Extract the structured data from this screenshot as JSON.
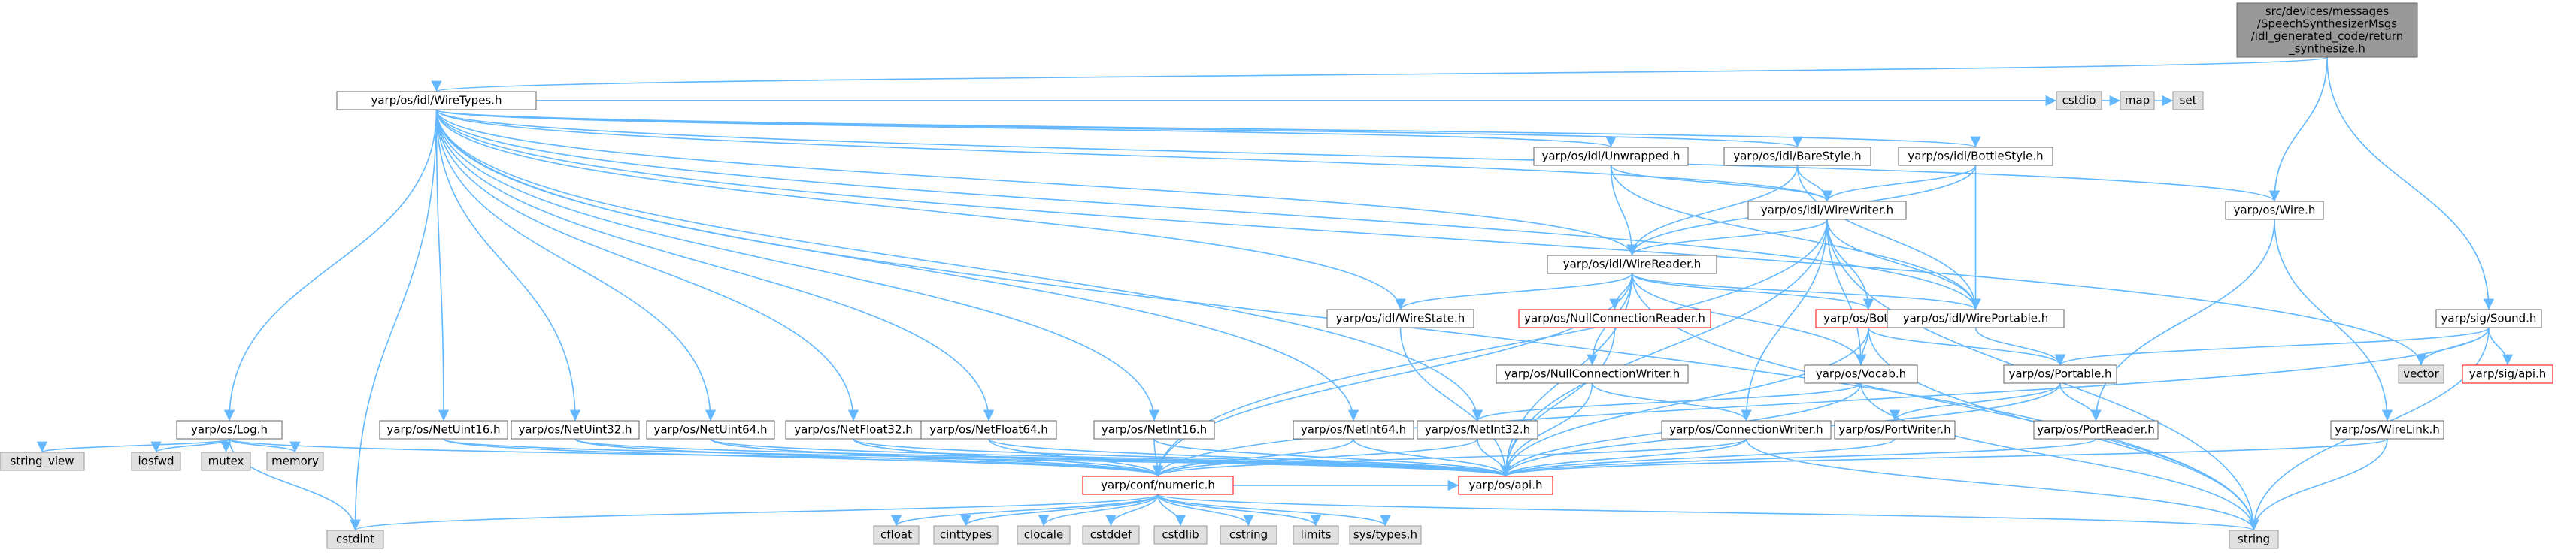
{
  "graph": {
    "edge_color": "#63b8ff",
    "colors": {
      "root_fill": "#999999",
      "root_stroke": "#666666",
      "node_fill": "#ffffff",
      "node_stroke": "#666666",
      "external_fill": "#e0e0e0",
      "external_stroke": "#999999",
      "truncated_stroke": "#ff0000"
    },
    "nodes": [
      {
        "id": "root",
        "lines": [
          "src/devices/messages",
          "/SpeechSynthesizerMsgs",
          "/idl_generated_code/return",
          "_synthesize.h"
        ],
        "kind": "root"
      },
      {
        "id": "wiretypes",
        "lines": [
          "yarp/os/idl/WireTypes.h"
        ],
        "kind": "normal"
      },
      {
        "id": "unwrapped",
        "lines": [
          "yarp/os/idl/Unwrapped.h"
        ],
        "kind": "normal"
      },
      {
        "id": "barestyle",
        "lines": [
          "yarp/os/idl/BareStyle.h"
        ],
        "kind": "normal"
      },
      {
        "id": "bottlestyle",
        "lines": [
          "yarp/os/idl/BottleStyle.h"
        ],
        "kind": "normal"
      },
      {
        "id": "cstdio",
        "lines": [
          "cstdio"
        ],
        "kind": "external"
      },
      {
        "id": "map",
        "lines": [
          "map"
        ],
        "kind": "external"
      },
      {
        "id": "set",
        "lines": [
          "set"
        ],
        "kind": "external"
      },
      {
        "id": "wire",
        "lines": [
          "yarp/os/Wire.h"
        ],
        "kind": "normal"
      },
      {
        "id": "wirewriter",
        "lines": [
          "yarp/os/idl/WireWriter.h"
        ],
        "kind": "normal"
      },
      {
        "id": "wirereader",
        "lines": [
          "yarp/os/idl/WireReader.h"
        ],
        "kind": "normal"
      },
      {
        "id": "wirestate",
        "lines": [
          "yarp/os/idl/WireState.h"
        ],
        "kind": "normal"
      },
      {
        "id": "nullconnreader",
        "lines": [
          "yarp/os/NullConnectionReader.h"
        ],
        "kind": "truncated"
      },
      {
        "id": "bottle",
        "lines": [
          "yarp/os/Bottle.h"
        ],
        "kind": "truncated"
      },
      {
        "id": "wireportable",
        "lines": [
          "yarp/os/idl/WirePortable.h"
        ],
        "kind": "normal"
      },
      {
        "id": "sound",
        "lines": [
          "yarp/sig/Sound.h"
        ],
        "kind": "normal"
      },
      {
        "id": "vector",
        "lines": [
          "vector"
        ],
        "kind": "external"
      },
      {
        "id": "sigapi",
        "lines": [
          "yarp/sig/api.h"
        ],
        "kind": "truncated"
      },
      {
        "id": "nullconnwriter",
        "lines": [
          "yarp/os/NullConnectionWriter.h"
        ],
        "kind": "normal"
      },
      {
        "id": "vocab",
        "lines": [
          "yarp/os/Vocab.h"
        ],
        "kind": "normal"
      },
      {
        "id": "portable",
        "lines": [
          "yarp/os/Portable.h"
        ],
        "kind": "normal"
      },
      {
        "id": "log",
        "lines": [
          "yarp/os/Log.h"
        ],
        "kind": "normal"
      },
      {
        "id": "netuint16",
        "lines": [
          "yarp/os/NetUint16.h"
        ],
        "kind": "normal"
      },
      {
        "id": "netuint32",
        "lines": [
          "yarp/os/NetUint32.h"
        ],
        "kind": "normal"
      },
      {
        "id": "netuint64",
        "lines": [
          "yarp/os/NetUint64.h"
        ],
        "kind": "normal"
      },
      {
        "id": "netfloat32",
        "lines": [
          "yarp/os/NetFloat32.h"
        ],
        "kind": "normal"
      },
      {
        "id": "netfloat64",
        "lines": [
          "yarp/os/NetFloat64.h"
        ],
        "kind": "normal"
      },
      {
        "id": "netint16",
        "lines": [
          "yarp/os/NetInt16.h"
        ],
        "kind": "normal"
      },
      {
        "id": "netint64",
        "lines": [
          "yarp/os/NetInt64.h"
        ],
        "kind": "normal"
      },
      {
        "id": "netint32",
        "lines": [
          "yarp/os/NetInt32.h"
        ],
        "kind": "normal"
      },
      {
        "id": "connwriter",
        "lines": [
          "yarp/os/ConnectionWriter.h"
        ],
        "kind": "normal"
      },
      {
        "id": "portwriter",
        "lines": [
          "yarp/os/PortWriter.h"
        ],
        "kind": "normal"
      },
      {
        "id": "portreader",
        "lines": [
          "yarp/os/PortReader.h"
        ],
        "kind": "normal"
      },
      {
        "id": "wirelink",
        "lines": [
          "yarp/os/WireLink.h"
        ],
        "kind": "normal"
      },
      {
        "id": "string_view",
        "lines": [
          "string_view"
        ],
        "kind": "external"
      },
      {
        "id": "iosfwd",
        "lines": [
          "iosfwd"
        ],
        "kind": "external"
      },
      {
        "id": "mutex",
        "lines": [
          "mutex"
        ],
        "kind": "external"
      },
      {
        "id": "memory",
        "lines": [
          "memory"
        ],
        "kind": "external"
      },
      {
        "id": "numeric",
        "lines": [
          "yarp/conf/numeric.h"
        ],
        "kind": "truncated"
      },
      {
        "id": "osapi",
        "lines": [
          "yarp/os/api.h"
        ],
        "kind": "truncated"
      },
      {
        "id": "cstdint",
        "lines": [
          "cstdint"
        ],
        "kind": "external"
      },
      {
        "id": "cfloat",
        "lines": [
          "cfloat"
        ],
        "kind": "external"
      },
      {
        "id": "cinttypes",
        "lines": [
          "cinttypes"
        ],
        "kind": "external"
      },
      {
        "id": "clocale",
        "lines": [
          "clocale"
        ],
        "kind": "external"
      },
      {
        "id": "cstddef",
        "lines": [
          "cstddef"
        ],
        "kind": "external"
      },
      {
        "id": "cstdlib",
        "lines": [
          "cstdlib"
        ],
        "kind": "external"
      },
      {
        "id": "cstring",
        "lines": [
          "cstring"
        ],
        "kind": "external"
      },
      {
        "id": "limits",
        "lines": [
          "limits"
        ],
        "kind": "external"
      },
      {
        "id": "systypes",
        "lines": [
          "sys/types.h"
        ],
        "kind": "external"
      },
      {
        "id": "string",
        "lines": [
          "string"
        ],
        "kind": "external"
      }
    ],
    "edges": [
      [
        "root",
        "wiretypes"
      ],
      [
        "root",
        "wire"
      ],
      [
        "root",
        "sound"
      ],
      [
        "wiretypes",
        "unwrapped"
      ],
      [
        "wiretypes",
        "barestyle"
      ],
      [
        "wiretypes",
        "bottlestyle"
      ],
      [
        "wiretypes",
        "cstdio"
      ],
      [
        "wiretypes",
        "map"
      ],
      [
        "wiretypes",
        "set"
      ],
      [
        "wiretypes",
        "wire"
      ],
      [
        "wiretypes",
        "vector"
      ],
      [
        "wiretypes",
        "string"
      ],
      [
        "wiretypes",
        "wirewriter"
      ],
      [
        "wiretypes",
        "wirereader"
      ],
      [
        "wiretypes",
        "wirestate"
      ],
      [
        "wiretypes",
        "wireportable"
      ],
      [
        "wiretypes",
        "cstdint"
      ],
      [
        "wiretypes",
        "log"
      ],
      [
        "wiretypes",
        "netuint16"
      ],
      [
        "wiretypes",
        "netuint32"
      ],
      [
        "wiretypes",
        "netuint64"
      ],
      [
        "wiretypes",
        "netfloat32"
      ],
      [
        "wiretypes",
        "netfloat64"
      ],
      [
        "wiretypes",
        "netint16"
      ],
      [
        "wiretypes",
        "netint64"
      ],
      [
        "wiretypes",
        "netint32"
      ],
      [
        "unwrapped",
        "wirewriter"
      ],
      [
        "unwrapped",
        "wirereader"
      ],
      [
        "unwrapped",
        "wireportable"
      ],
      [
        "barestyle",
        "wirewriter"
      ],
      [
        "barestyle",
        "wirereader"
      ],
      [
        "barestyle",
        "wireportable"
      ],
      [
        "bottlestyle",
        "wirewriter"
      ],
      [
        "bottlestyle",
        "wirereader"
      ],
      [
        "bottlestyle",
        "wireportable"
      ],
      [
        "wirewriter",
        "wirereader"
      ],
      [
        "wirewriter",
        "wireportable"
      ],
      [
        "wirewriter",
        "bottle"
      ],
      [
        "wirewriter",
        "vocab"
      ],
      [
        "wirewriter",
        "connwriter"
      ],
      [
        "wirewriter",
        "numeric"
      ],
      [
        "wirewriter",
        "osapi"
      ],
      [
        "wirewriter",
        "string"
      ],
      [
        "wirereader",
        "wirestate"
      ],
      [
        "wirereader",
        "nullconnreader"
      ],
      [
        "wirereader",
        "bottle"
      ],
      [
        "wirereader",
        "wireportable"
      ],
      [
        "wirereader",
        "nullconnwriter"
      ],
      [
        "wirereader",
        "vocab"
      ],
      [
        "wirereader",
        "numeric"
      ],
      [
        "wirereader",
        "osapi"
      ],
      [
        "wirereader",
        "string"
      ],
      [
        "wirestate",
        "osapi"
      ],
      [
        "nullconnreader",
        "osapi"
      ],
      [
        "bottle",
        "vocab"
      ],
      [
        "bottle",
        "portable"
      ],
      [
        "bottle",
        "string"
      ],
      [
        "bottle",
        "osapi"
      ],
      [
        "wireportable",
        "portable"
      ],
      [
        "nullconnwriter",
        "connwriter"
      ],
      [
        "nullconnwriter",
        "osapi"
      ],
      [
        "vocab",
        "netint32"
      ],
      [
        "vocab",
        "string"
      ],
      [
        "vocab",
        "osapi"
      ],
      [
        "portable",
        "portwriter"
      ],
      [
        "portable",
        "portreader"
      ],
      [
        "portable",
        "osapi"
      ],
      [
        "wire",
        "portreader"
      ],
      [
        "wire",
        "wirelink"
      ],
      [
        "sound",
        "portable"
      ],
      [
        "sound",
        "vector"
      ],
      [
        "sound",
        "sigapi"
      ],
      [
        "sound",
        "string"
      ],
      [
        "sound",
        "numeric"
      ],
      [
        "log",
        "string_view"
      ],
      [
        "log",
        "iosfwd"
      ],
      [
        "log",
        "mutex"
      ],
      [
        "log",
        "memory"
      ],
      [
        "log",
        "cstdint"
      ],
      [
        "log",
        "osapi"
      ],
      [
        "netuint16",
        "numeric"
      ],
      [
        "netuint16",
        "osapi"
      ],
      [
        "netuint32",
        "numeric"
      ],
      [
        "netuint32",
        "osapi"
      ],
      [
        "netuint64",
        "numeric"
      ],
      [
        "netuint64",
        "osapi"
      ],
      [
        "netfloat32",
        "numeric"
      ],
      [
        "netfloat32",
        "osapi"
      ],
      [
        "netfloat64",
        "numeric"
      ],
      [
        "netfloat64",
        "osapi"
      ],
      [
        "netint16",
        "numeric"
      ],
      [
        "netint16",
        "osapi"
      ],
      [
        "netint64",
        "numeric"
      ],
      [
        "netint64",
        "osapi"
      ],
      [
        "netint32",
        "numeric"
      ],
      [
        "netint32",
        "osapi"
      ],
      [
        "connwriter",
        "numeric"
      ],
      [
        "connwriter",
        "osapi"
      ],
      [
        "connwriter",
        "string"
      ],
      [
        "portwriter",
        "osapi"
      ],
      [
        "portreader",
        "osapi"
      ],
      [
        "wirelink",
        "osapi"
      ],
      [
        "wirelink",
        "string"
      ],
      [
        "numeric",
        "cstdint"
      ],
      [
        "numeric",
        "cfloat"
      ],
      [
        "numeric",
        "cinttypes"
      ],
      [
        "numeric",
        "clocale"
      ],
      [
        "numeric",
        "cstddef"
      ],
      [
        "numeric",
        "cstdlib"
      ],
      [
        "numeric",
        "cstring"
      ],
      [
        "numeric",
        "limits"
      ],
      [
        "numeric",
        "systypes"
      ],
      [
        "numeric",
        "string"
      ],
      [
        "numeric",
        "osapi"
      ]
    ]
  }
}
